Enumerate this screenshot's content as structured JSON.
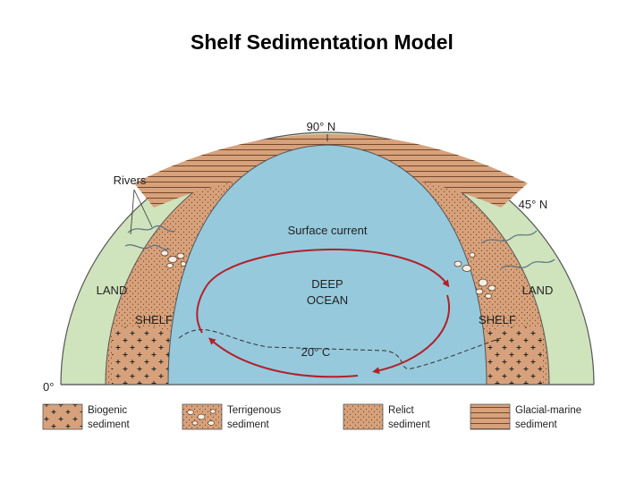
{
  "title": "Shelf Sedimentation Model",
  "diagram": {
    "labels": {
      "north_pole": "90° N",
      "mid_lat": "45° N",
      "equator": "0°",
      "rivers": "Rivers",
      "surface_current": "Surface current",
      "deep_ocean_1": "DEEP",
      "deep_ocean_2": "OCEAN",
      "land_left": "LAND",
      "land_right": "LAND",
      "shelf_left": "SHELF",
      "shelf_right": "SHELF",
      "isotherm": "20° C"
    },
    "colors": {
      "land": "#cfe3bd",
      "ocean": "#96c9dc",
      "shelf": "#d7a27b",
      "current": "#b3202a",
      "outline": "#555555"
    }
  },
  "legend": [
    {
      "line1": "Biogenic",
      "line2": "sediment",
      "icon": "plus-pattern-icon"
    },
    {
      "line1": "Terrigenous",
      "line2": "sediment",
      "icon": "pebble-pattern-icon"
    },
    {
      "line1": "Relict",
      "line2": "sediment",
      "icon": "dot-pattern-icon"
    },
    {
      "line1": "Glacial-marine",
      "line2": "sediment",
      "icon": "stripe-pattern-icon"
    }
  ]
}
